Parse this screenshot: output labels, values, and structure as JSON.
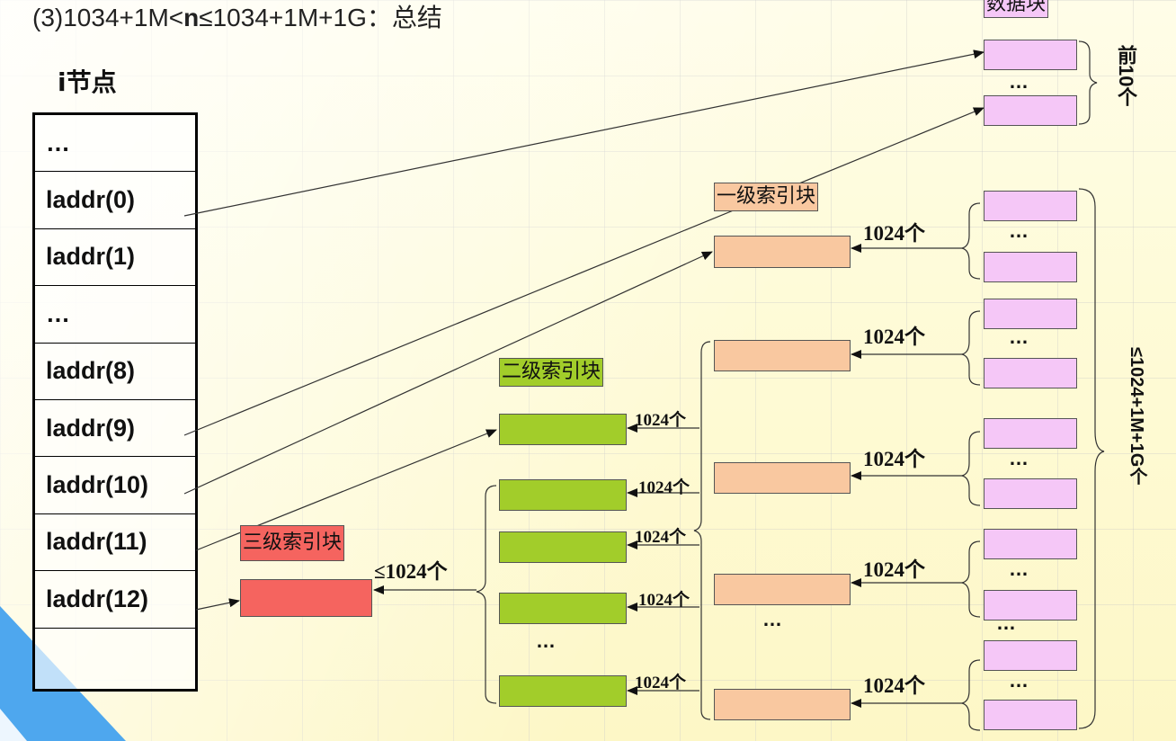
{
  "title": {
    "prefix": "(3)",
    "part1": "1034+1M<",
    "bold": "n",
    "part2": "≤1034+1M+1G：总结"
  },
  "inode": {
    "label": "i节点",
    "rows": [
      "…",
      "laddr(0)",
      "laddr(1)",
      "…",
      "laddr(8)",
      "laddr(9)",
      "laddr(10)",
      "laddr(11)",
      "laddr(12)",
      ""
    ]
  },
  "labels": {
    "data_block": "数据块",
    "first_level": "一级索引块",
    "second_level": "二级索引块",
    "third_level": "三级索引块",
    "first10": "前10个",
    "total": "≤1024+1M+1G个",
    "count_1024": "1024个",
    "count_le_1024": "≤1024个",
    "ellipsis": "…"
  },
  "colors": {
    "data_block": "#f5c7f7",
    "first_level": "#f9c8a0",
    "second_level": "#a2cd2a",
    "third_level": "#f5645f"
  }
}
